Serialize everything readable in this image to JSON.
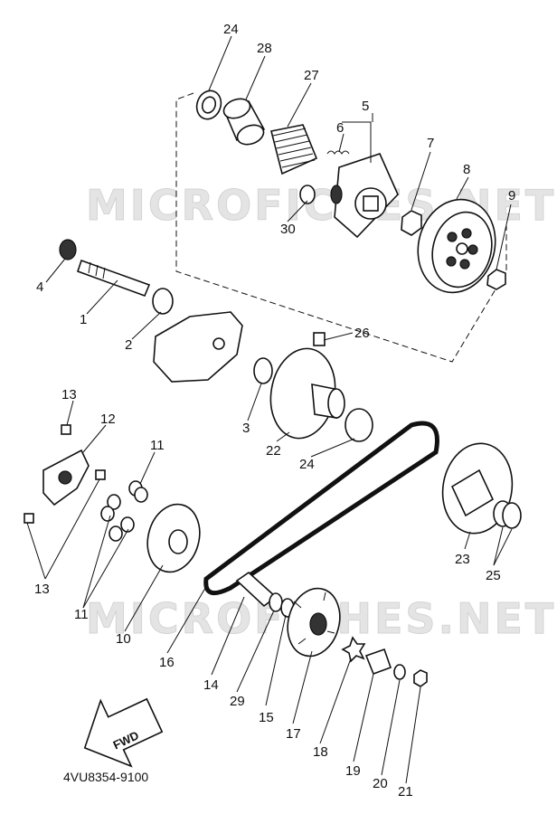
{
  "watermark": "MICROFICHES.NET",
  "figure_code": "4VU8354-9100",
  "fwd_label": "FWD",
  "parts": {
    "p1": "1",
    "p2": "2",
    "p3": "3",
    "p4": "4",
    "p5": "5",
    "p6": "6",
    "p7": "7",
    "p8": "8",
    "p9": "9",
    "p10": "10",
    "p11": "11",
    "p12": "12",
    "p13": "13",
    "p14": "14",
    "p15": "15",
    "p16": "16",
    "p17": "17",
    "p18": "18",
    "p19": "19",
    "p20": "20",
    "p21": "21",
    "p22": "22",
    "p23": "23",
    "p24": "24",
    "p25": "25",
    "p26": "26",
    "p27": "27",
    "p28": "28",
    "p29": "29",
    "p30": "30"
  }
}
